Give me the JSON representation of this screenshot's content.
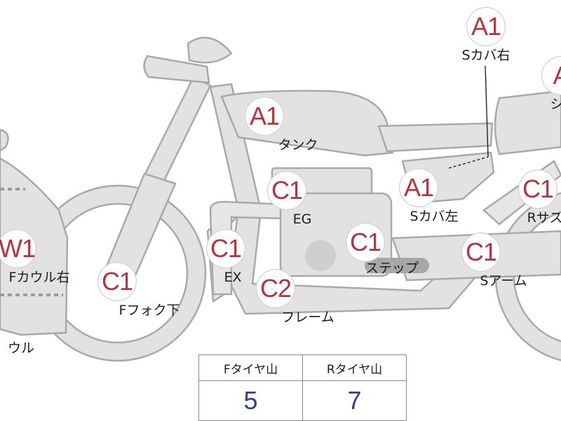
{
  "parts": [
    {
      "id": "tank",
      "code": "A1",
      "label": "タンク"
    },
    {
      "id": "side-cover-right",
      "code": "A1",
      "label": "Sカバ右"
    },
    {
      "id": "seat",
      "code": "A",
      "label": "シ"
    },
    {
      "id": "side-cover-left",
      "code": "A1",
      "label": "Sカバ左"
    },
    {
      "id": "engine",
      "code": "C1",
      "label": "EG"
    },
    {
      "id": "rear-suspension",
      "code": "C1",
      "label": "Rサス"
    },
    {
      "id": "front-cowl-right",
      "code": "W1",
      "label": "Fカウル右"
    },
    {
      "id": "exhaust",
      "code": "C1",
      "label": "EX"
    },
    {
      "id": "step",
      "code": "C1",
      "label": "ステップ"
    },
    {
      "id": "swing-arm",
      "code": "C1",
      "label": "Sアーム"
    },
    {
      "id": "front-fork-lower",
      "code": "C1",
      "label": "Fフォク下"
    },
    {
      "id": "frame",
      "code": "C2",
      "label": "フレーム"
    },
    {
      "id": "cowl",
      "code": "",
      "label": "ウル"
    }
  ],
  "tire_table": {
    "headers": [
      "Fタイヤ山",
      "Rタイヤ山"
    ],
    "values": [
      "5",
      "7"
    ]
  },
  "colors": {
    "badge_text": "#b3343a",
    "table_values": "#2e3f8c",
    "part_fill": "#e2e2e2",
    "part_outline": "#a9a9a9"
  }
}
